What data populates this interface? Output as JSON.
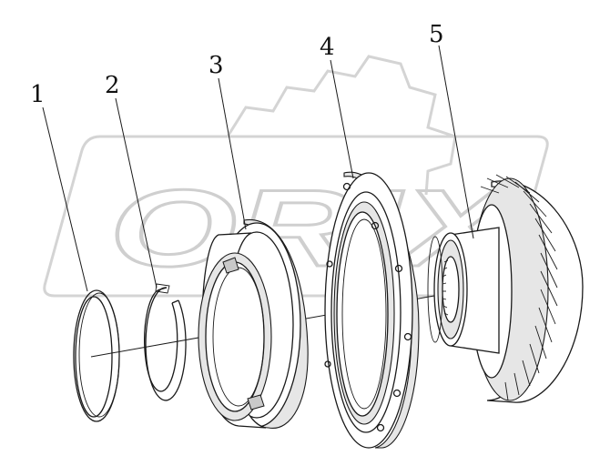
{
  "diagram": {
    "watermark": "ORIX",
    "callouts": [
      {
        "id": "1",
        "label": "1"
      },
      {
        "id": "2",
        "label": "2"
      },
      {
        "id": "3",
        "label": "3"
      },
      {
        "id": "4",
        "label": "4"
      },
      {
        "id": "5",
        "label": "5"
      }
    ],
    "parts": [
      {
        "callout": "1",
        "name": "snap-ring-large"
      },
      {
        "callout": "2",
        "name": "snap-ring-split"
      },
      {
        "callout": "3",
        "name": "bearing-cup"
      },
      {
        "callout": "4",
        "name": "flange-cover"
      },
      {
        "callout": "5",
        "name": "helical-gear-with-splined-hub"
      }
    ],
    "colors": {
      "line": "#1a1a1a",
      "watermark": "#cfcfcf",
      "background": "#ffffff"
    }
  }
}
